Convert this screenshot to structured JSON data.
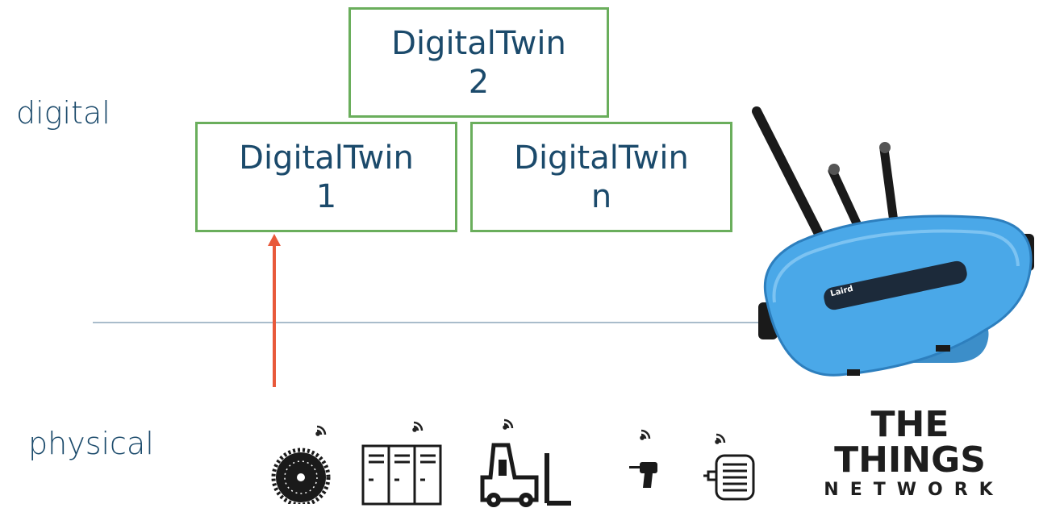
{
  "layers": {
    "digital": "digital",
    "physical": "physical"
  },
  "twins": [
    {
      "line1": "DigitalTwin",
      "line2": "2"
    },
    {
      "line1": "DigitalTwin",
      "line2": "1"
    },
    {
      "line1": "DigitalTwin",
      "line2": "n"
    }
  ],
  "devices": [
    "saw-blade-icon",
    "lockers-icon",
    "forklift-icon",
    "drill-icon",
    "motor-icon"
  ],
  "gateway": {
    "brand": "Laird",
    "icon": "lora-gateway-icon"
  },
  "logo": {
    "line1": "THE THINGS",
    "line2": "NETWORK"
  },
  "colors": {
    "twin_border": "#6aae5c",
    "text": "#1b4a6b",
    "arrow": "#e8593a",
    "divider": "#a9bccb",
    "gateway_body": "#4aa8e8"
  }
}
